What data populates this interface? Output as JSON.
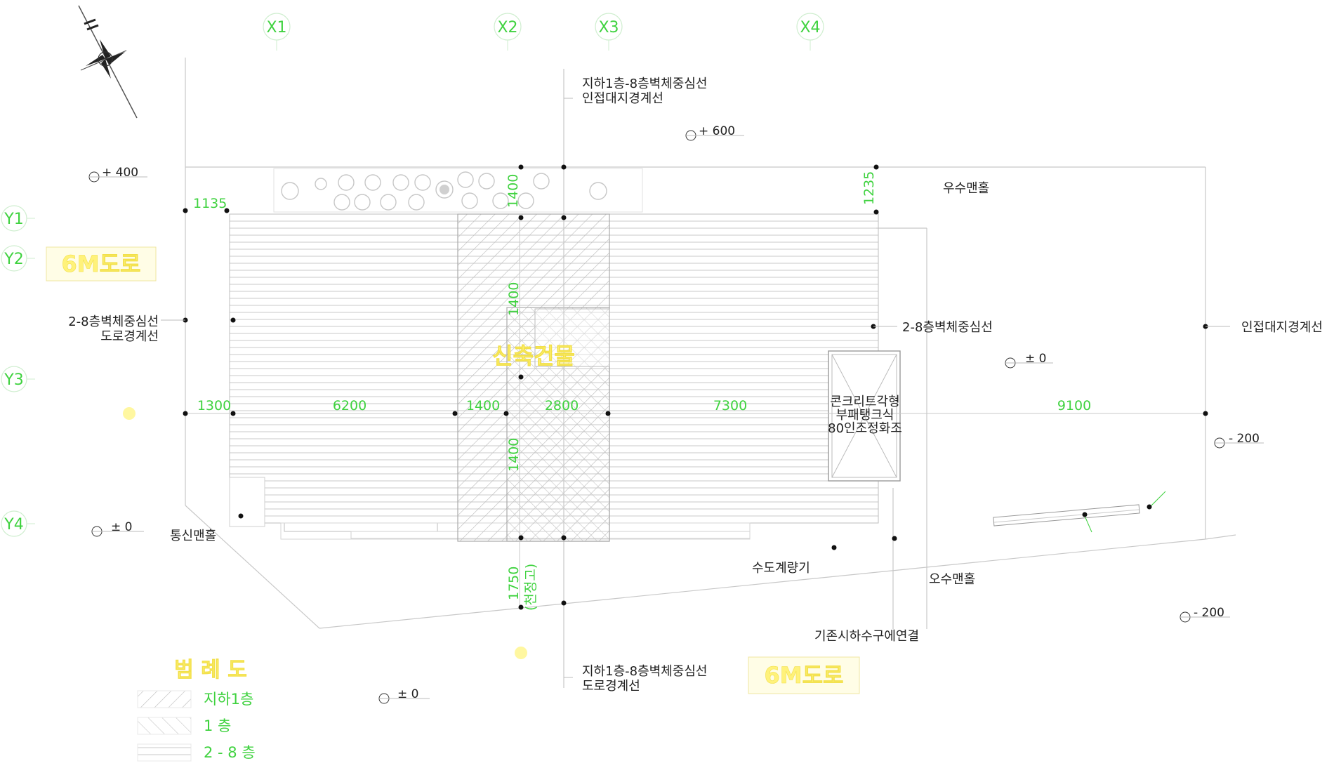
{
  "grid_labels": {
    "x": [
      "X1",
      "X2",
      "X3",
      "X4"
    ],
    "y": [
      "Y1",
      "Y2",
      "Y3",
      "Y4"
    ]
  },
  "notes": {
    "top_line1": "지하1층-8층벽체중심선",
    "top_line2": "인접대지경계선",
    "left_line1": "2-8층벽체중심선",
    "left_line2": "도로경계선",
    "right_wall": "2-8층벽체중심선",
    "far_right": "인접대지경계선",
    "bottom_line1": "지하1층-8층벽체중심선",
    "bottom_line2": "도로경계선",
    "storm_manhole": "우수맨홀",
    "telecom_manhole": "통신맨홀",
    "water_meter": "수도계량기",
    "sewage_manhole": "오수맨홀",
    "sewer_connect": "기존시하수구에연결",
    "septic_1": "콘크리트각형",
    "septic_2": "부패탱크식",
    "septic_3": "80인조정화조"
  },
  "roads": {
    "left": "6M도로",
    "bottom": "6M도로"
  },
  "building_name": "신축건물",
  "levels": [
    "+ 400",
    "+ 600",
    "± 0",
    "- 200",
    "± 0",
    "- 200",
    "± 0"
  ],
  "dimensions": {
    "h": [
      "1300",
      "6200",
      "1400",
      "2800",
      "7300",
      "9100"
    ],
    "top_left": "1135",
    "top_right": "1235",
    "v_top": "1400",
    "v_mid": "1400",
    "v_low": "1400",
    "v_bottom": "1750",
    "v_bottom_note": "(천정고)"
  },
  "legend": {
    "title": "범 례 도",
    "items": [
      "지하1층",
      "1 층",
      "2 - 8 층"
    ]
  },
  "colors": {
    "grid_green": "#3fd23f",
    "yellow": "#fff27a",
    "line": "#bbbbbb"
  }
}
